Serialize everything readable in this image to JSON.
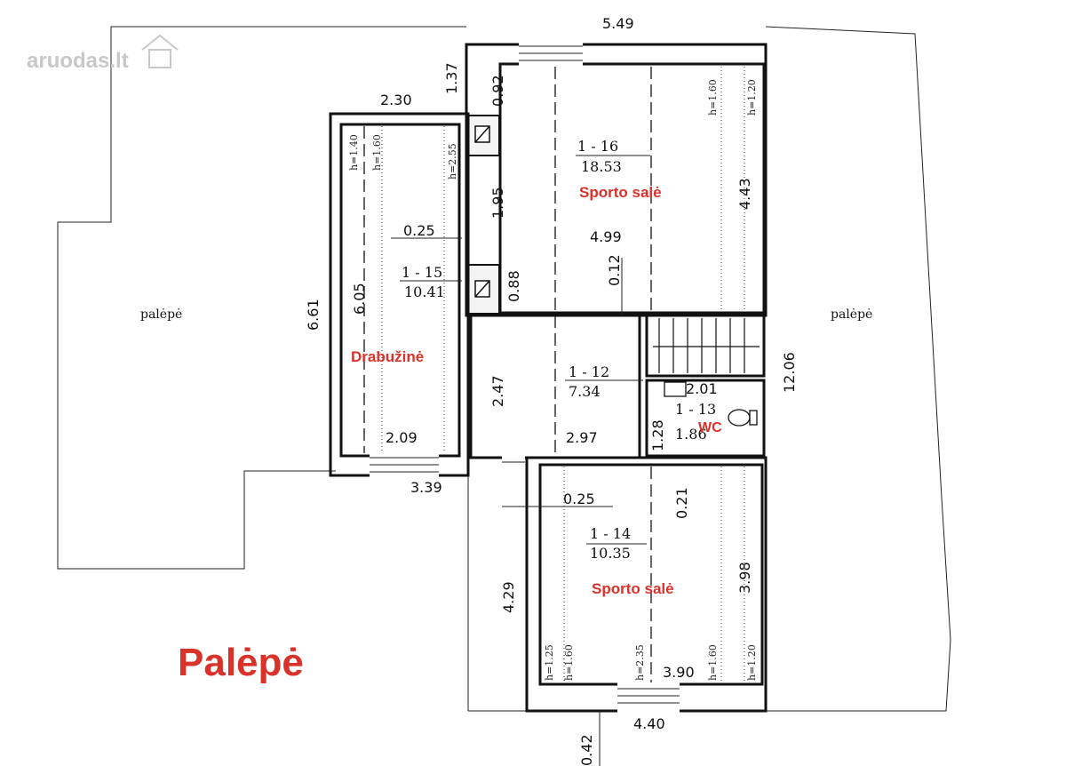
{
  "watermark": "aruodas.lt",
  "title": "Palėpė",
  "attic_labels": [
    "palėpė",
    "palėpė"
  ],
  "rooms": [
    {
      "code": "1 - 16",
      "area": "18.53",
      "name": "Sporto salė"
    },
    {
      "code": "1 - 15",
      "area": "10.41",
      "name": "Drabužinė"
    },
    {
      "code": "1 - 12",
      "area": "7.34",
      "name": ""
    },
    {
      "code": "1 - 13",
      "area": "1.86",
      "name": "WC"
    },
    {
      "code": "1 - 14",
      "area": "10.35",
      "name": "Sporto salė"
    }
  ],
  "dimensions": {
    "top_width": "5.49",
    "left_offset": "2.30",
    "top_step": "1.37",
    "shaft_top": "0.92",
    "left_height": "6.61",
    "total_height": "12.06",
    "bottom_left": "3.39",
    "bottom_right": "4.40",
    "bottom_step": "0.42",
    "r16_height": "4.43",
    "r16_width": "4.99",
    "r16_offset": "0.12",
    "shaft_mid": "1.95",
    "shaft_low": "0.88",
    "r15_height": "6.05",
    "r15_wall": "0.25",
    "r15_width": "2.09",
    "r12_height": "2.47",
    "r12_width": "2.97",
    "r13_width": "2.01",
    "r13_height": "1.28",
    "r14_height": "3.98",
    "r14_wall": "0.25",
    "r14_offset": "0.21",
    "r14_width": "3.90",
    "r14_outer": "4.29"
  },
  "heights": {
    "r15": [
      "h=1.40",
      "h=1.60",
      "h=2.55"
    ],
    "r16": [
      "h=1.60",
      "h=1.20"
    ],
    "r14": [
      "h=1.25",
      "h=1.60",
      "h=2.35",
      "h=1.60",
      "h=1.20"
    ]
  }
}
